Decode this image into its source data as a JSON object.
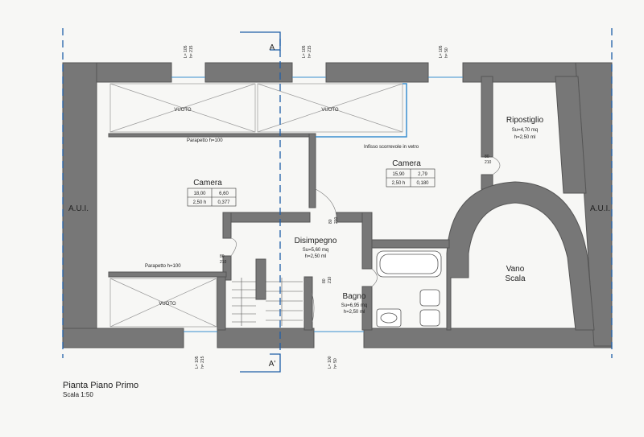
{
  "drawing": {
    "title": "Pianta Piano Primo",
    "scale": "Scala 1:50",
    "section_top": "A",
    "section_bottom": "A'"
  },
  "rooms": {
    "aui_left": "A.U.I.",
    "aui_right": "A.U.I.",
    "camera_left": "Camera",
    "camera_right": "Camera",
    "ripostiglio": "Ripostiglio",
    "ripostiglio_su": "Su=4,70 mq",
    "ripostiglio_h": "h=2,50 ml",
    "disimpegno": "Disimpegno",
    "disimpegno_su": "Su=5,60 mq",
    "disimpegno_h": "h=2,50 ml",
    "bagno": "Bagno",
    "bagno_su": "Su=6,95 mq",
    "bagno_h": "h=2,50 ml",
    "vano": "Vano",
    "scala": "Scala"
  },
  "tables": {
    "camera_left": [
      [
        "18,00",
        "6,60"
      ],
      [
        "2,50 h",
        "0,377"
      ]
    ],
    "camera_right": [
      [
        "15,90",
        "2,79"
      ],
      [
        "2,50 h",
        "0,180"
      ]
    ]
  },
  "annotations": {
    "vuoto_1": "VUOTO",
    "vuoto_2": "VUOTO",
    "vuoto_3": "VUOTO",
    "parapetto_top": "Parapetto h=100",
    "parapetto_left": "Parapetto h=100",
    "infisso": "Infisso scorrevole in vetro"
  },
  "dimensions": {
    "win_top_1": [
      "L= 105",
      "h= 215"
    ],
    "win_top_2": [
      "L= 105",
      "h= 215"
    ],
    "win_top_3": [
      "L= 105",
      "h= 50"
    ],
    "win_bot_1": [
      "L= 105",
      "h= 215"
    ],
    "win_bot_2": [
      "L= 100",
      "h= 50"
    ],
    "door_ripostiglio": [
      "80",
      "210"
    ],
    "door_camera_right": [
      "80",
      "210"
    ],
    "door_left": [
      "80",
      "210"
    ],
    "door_bagno": [
      "80",
      "210"
    ]
  },
  "colors": {
    "wall": "#777777",
    "wall_stroke": "#555555",
    "section_line": "#1f5fa8",
    "glass": "#3a8fd0"
  }
}
